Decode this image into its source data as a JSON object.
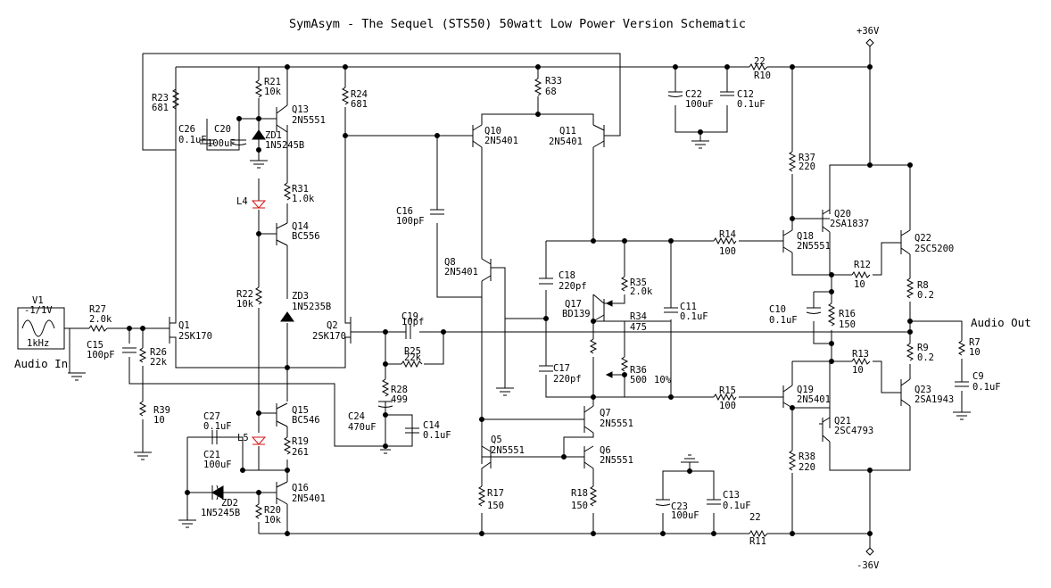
{
  "title": "SymAsym - The Sequel (STS50) 50watt Low Power Version Schematic",
  "rails": {
    "pos": "+36V",
    "neg": "-36V"
  },
  "io": {
    "in_label": "Audio In",
    "out_label": "Audio Out"
  },
  "source": {
    "name": "V1",
    "value": "-1/1V",
    "freq": "1kHz"
  },
  "resistors": [
    {
      "name": "R23",
      "value": "681"
    },
    {
      "name": "R21",
      "value": "10k"
    },
    {
      "name": "R24",
      "value": "681"
    },
    {
      "name": "R33",
      "value": "68"
    },
    {
      "name": "R10",
      "value": "22"
    },
    {
      "name": "R31",
      "value": "1.0k"
    },
    {
      "name": "R22",
      "value": "10k"
    },
    {
      "name": "R27",
      "value": "2.0k"
    },
    {
      "name": "R26",
      "value": "22k"
    },
    {
      "name": "R39",
      "value": "10"
    },
    {
      "name": "R25",
      "value": "22k"
    },
    {
      "name": "R28",
      "value": "499"
    },
    {
      "name": "R19",
      "value": "261"
    },
    {
      "name": "R20",
      "value": "10k"
    },
    {
      "name": "R17",
      "value": "150"
    },
    {
      "name": "R18",
      "value": "150"
    },
    {
      "name": "R35",
      "value": "2.0k"
    },
    {
      "name": "R34",
      "value": "475"
    },
    {
      "name": "R36",
      "value": "500"
    },
    {
      "name": "R14",
      "value": "100"
    },
    {
      "name": "R15",
      "value": "100"
    },
    {
      "name": "R37",
      "value": "220"
    },
    {
      "name": "R38",
      "value": "220"
    },
    {
      "name": "R12",
      "value": "10"
    },
    {
      "name": "R13",
      "value": "10"
    },
    {
      "name": "R16",
      "value": "150"
    },
    {
      "name": "R8",
      "value": "0.2"
    },
    {
      "name": "R9",
      "value": "0.2"
    },
    {
      "name": "R7",
      "value": "10"
    },
    {
      "name": "R11",
      "value": "22"
    }
  ],
  "r36_extra": "10%",
  "capacitors": [
    {
      "name": "C26",
      "value": "0.1uF"
    },
    {
      "name": "C20",
      "value": "100uF"
    },
    {
      "name": "C22",
      "value": "100uF"
    },
    {
      "name": "C12",
      "value": "0.1uF"
    },
    {
      "name": "C16",
      "value": "100pF"
    },
    {
      "name": "C15",
      "value": "100pF"
    },
    {
      "name": "C19",
      "value": "10pf"
    },
    {
      "name": "C24",
      "value": "470uF"
    },
    {
      "name": "C14",
      "value": "0.1uF"
    },
    {
      "name": "C27",
      "value": "0.1uF"
    },
    {
      "name": "C21",
      "value": "100uF"
    },
    {
      "name": "C18",
      "value": "220pf"
    },
    {
      "name": "C17",
      "value": "220pf"
    },
    {
      "name": "C11",
      "value": "0.1uF"
    },
    {
      "name": "C10",
      "value": "0.1uF"
    },
    {
      "name": "C23",
      "value": "100uF"
    },
    {
      "name": "C13",
      "value": "0.1uF"
    },
    {
      "name": "C9",
      "value": "0.1uF"
    }
  ],
  "transistors": [
    {
      "name": "Q13",
      "part": "2N5551"
    },
    {
      "name": "Q14",
      "part": "BC556"
    },
    {
      "name": "Q15",
      "part": "BC546"
    },
    {
      "name": "Q16",
      "part": "2N5401"
    },
    {
      "name": "Q1",
      "part": "2SK170"
    },
    {
      "name": "Q2",
      "part": "2SK170"
    },
    {
      "name": "Q10",
      "part": "2N5401"
    },
    {
      "name": "Q11",
      "part": "2N5401"
    },
    {
      "name": "Q8",
      "part": "2N5401"
    },
    {
      "name": "Q7",
      "part": "2N5551"
    },
    {
      "name": "Q5",
      "part": "2N5551"
    },
    {
      "name": "Q6",
      "part": "2N5551"
    },
    {
      "name": "Q17",
      "part": "BD139"
    },
    {
      "name": "Q18",
      "part": "2N5551"
    },
    {
      "name": "Q19",
      "part": "2N5401"
    },
    {
      "name": "Q20",
      "part": "2SA1837"
    },
    {
      "name": "Q21",
      "part": "2SC4793"
    },
    {
      "name": "Q22",
      "part": "2SC5200"
    },
    {
      "name": "Q23",
      "part": "2SA1943"
    }
  ],
  "diodes": [
    {
      "name": "ZD1",
      "part": "1N5245B"
    },
    {
      "name": "ZD3",
      "part": "1N5235B"
    },
    {
      "name": "ZD2",
      "part": "1N5245B"
    },
    {
      "name": "L4",
      "part": ""
    },
    {
      "name": "L5",
      "part": ""
    }
  ],
  "colors": {
    "wire": "#000000",
    "led": "#d01010",
    "background": "#ffffff"
  }
}
